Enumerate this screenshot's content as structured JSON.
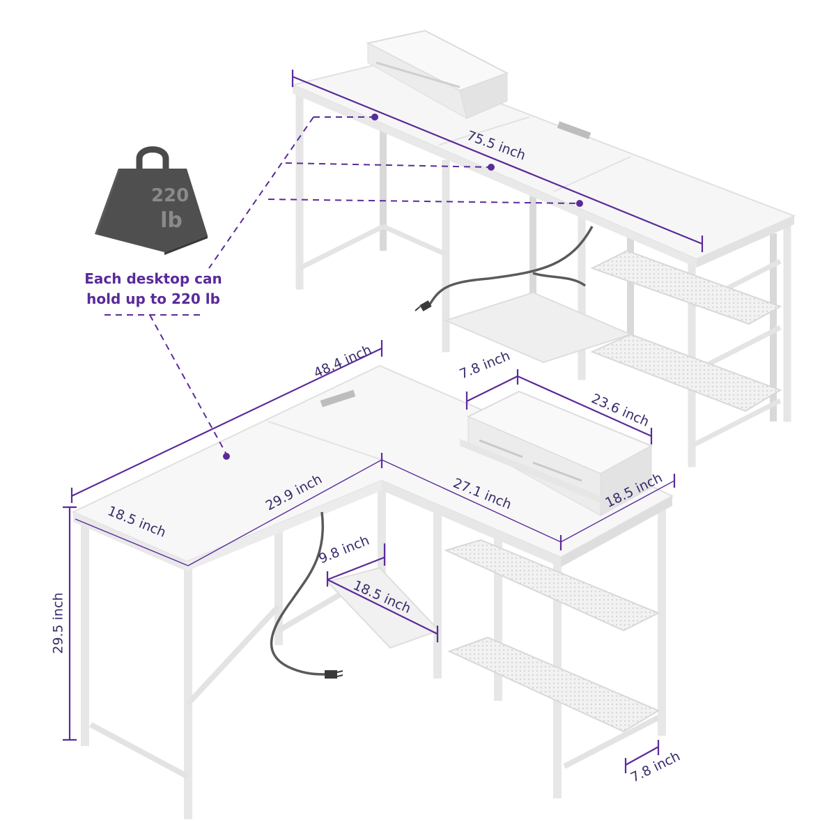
{
  "colors": {
    "accent": "#5a2a9a",
    "desk_white": "#f4f4f4",
    "weight_gray": "#4a4a4a"
  },
  "weight_badge": {
    "icon": "weight-icon",
    "value": "220",
    "unit": "lb"
  },
  "callout": {
    "line1": "Each desktop can",
    "line2": "hold up to 220 lb"
  },
  "top_desk": {
    "length": "75.5 inch"
  },
  "l_desk": {
    "long_side": "48.4 inch",
    "left_depth": "18.5 inch",
    "left_return": "29.9 inch",
    "right_return": "27.1 inch",
    "right_depth": "18.5 inch",
    "height": "29.5 inch",
    "shelf_depth": "9.8 inch",
    "shelf_width": "18.5 inch",
    "monitor_stand_depth": "7.8 inch",
    "monitor_stand_width": "23.6 inch",
    "rack_depth": "7.8 inch"
  }
}
